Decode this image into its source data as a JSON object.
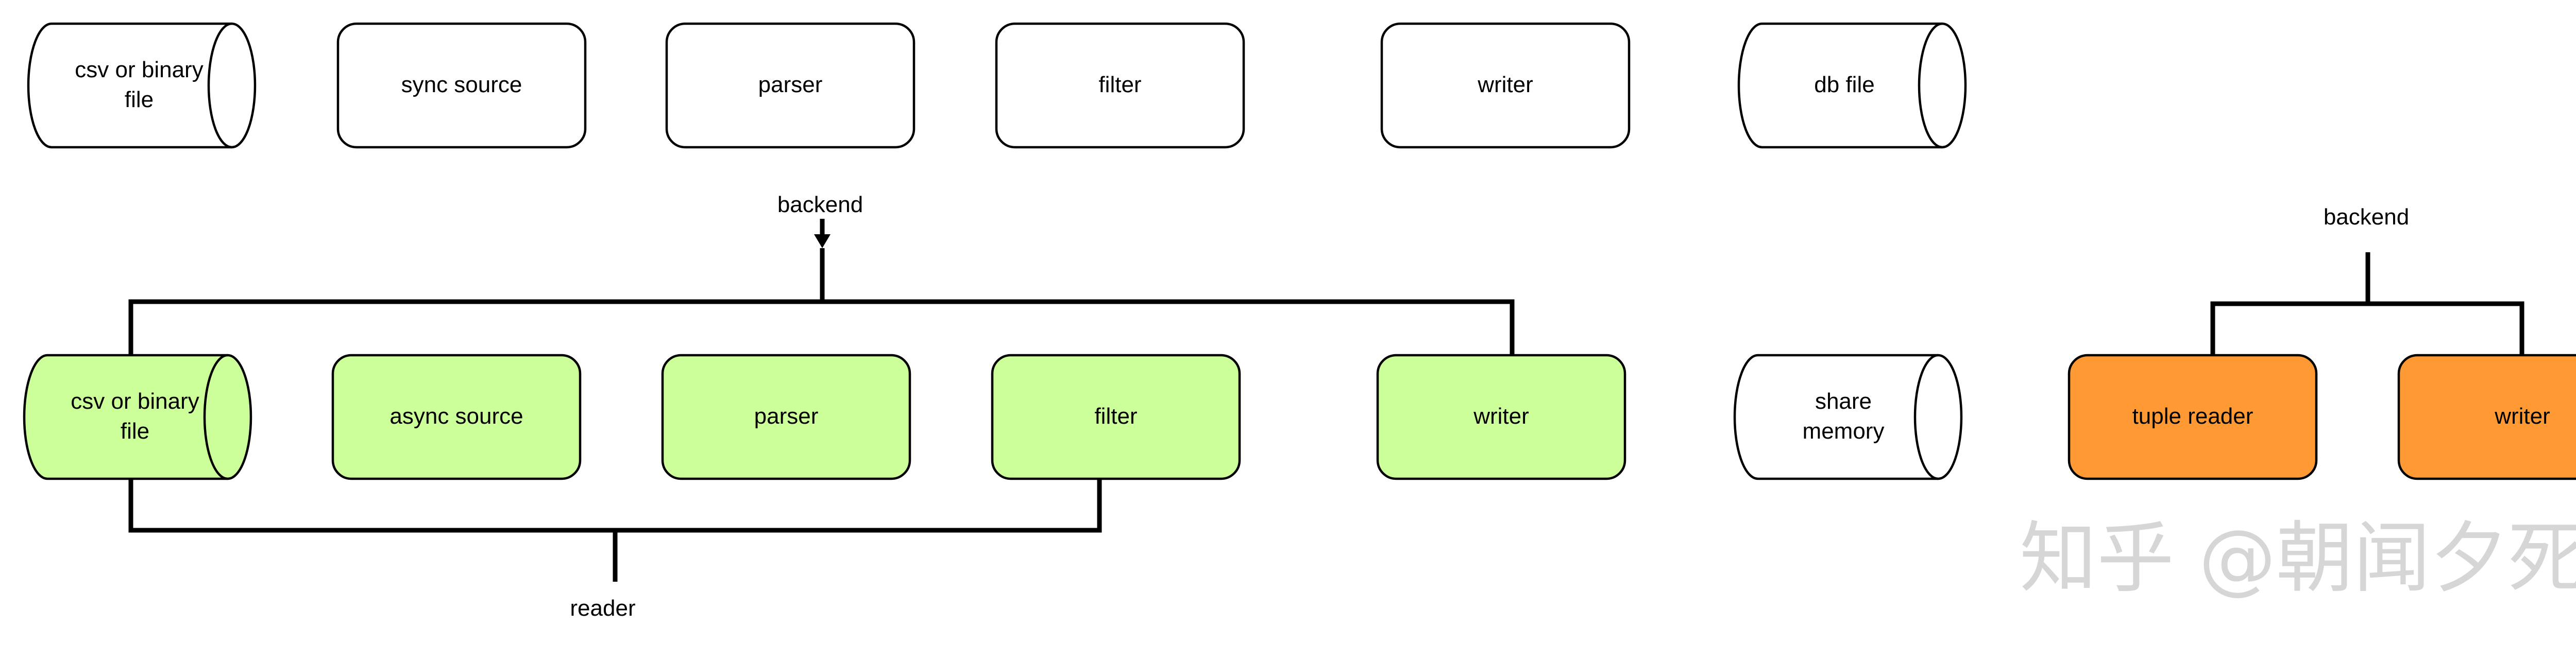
{
  "row1": {
    "source_file": [
      "csv or binary",
      "file"
    ],
    "sync_source": "sync source",
    "parser": "parser",
    "filter": "filter",
    "writer": "writer",
    "db_file": "db file"
  },
  "row2": {
    "backend_label": "backend",
    "source_file": [
      "csv or binary",
      "file"
    ],
    "async_source": "async source",
    "parser": "parser",
    "filter": "filter",
    "writer": "writer",
    "reader_label": "reader"
  },
  "share_memory": [
    "share",
    "memory"
  ],
  "right": {
    "backend_label": "backend",
    "tuple_reader": "tuple reader",
    "writer": "writer"
  },
  "watermark": "知乎 @朝闻夕死",
  "colors": {
    "green_fill": "#ccff99",
    "orange_fill": "#ff9933",
    "white_fill": "#ffffff",
    "stroke": "#000000",
    "watermark": "#d6d6d6"
  }
}
